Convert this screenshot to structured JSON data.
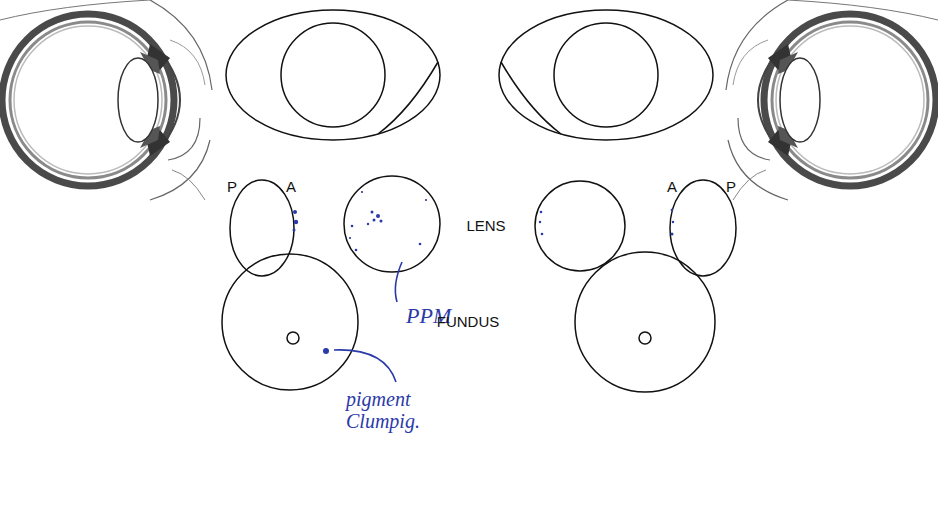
{
  "diagram": {
    "labels": [
      "P",
      "A",
      "LENS",
      "A",
      "P",
      "PPM",
      "FUNDUS",
      "pigment Clumpig."
    ]
  }
}
